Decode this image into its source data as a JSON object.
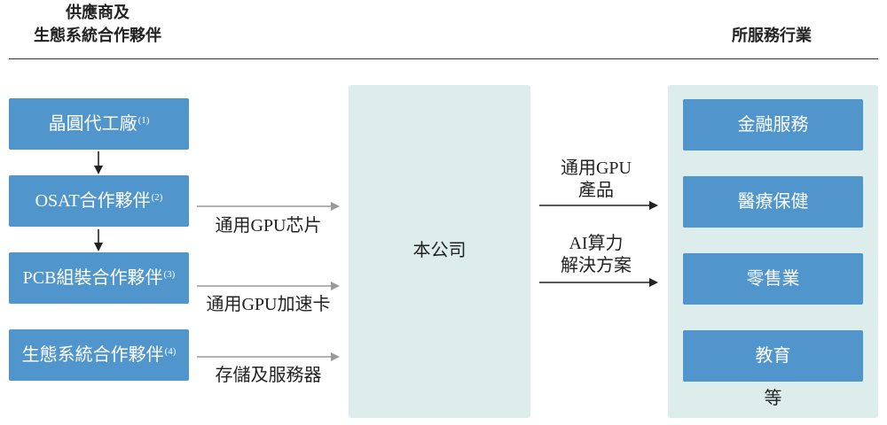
{
  "header": {
    "left_title_line1": "供應商及",
    "left_title_line2": "生態系統合作夥伴",
    "right_title": "所服務行業"
  },
  "suppliers": [
    {
      "label": "晶圓代工廠",
      "note": "(1)"
    },
    {
      "label": "OSAT合作夥伴",
      "note": "(2)"
    },
    {
      "label": "PCB組裝合作夥伴",
      "note": "(3)"
    },
    {
      "label": "生態系統合作夥伴",
      "note": "(4)"
    }
  ],
  "inflows": [
    {
      "label": "通用GPU芯片"
    },
    {
      "label": "通用GPU加速卡"
    },
    {
      "label": "存儲及服務器"
    }
  ],
  "company": {
    "label": "本公司"
  },
  "outflows": [
    {
      "line1": "通用GPU",
      "line2": "產品"
    },
    {
      "line1": "AI算力",
      "line2": "解決方案"
    }
  ],
  "industries": {
    "items": [
      "金融服務",
      "醫療保健",
      "零售業",
      "教育"
    ],
    "more": "等"
  },
  "colors": {
    "box_fill": "#5095cb",
    "panel_fill": "#dcedec",
    "flow_arrow_gray": "#9a9a9a",
    "flow_arrow_dark": "#222222"
  }
}
